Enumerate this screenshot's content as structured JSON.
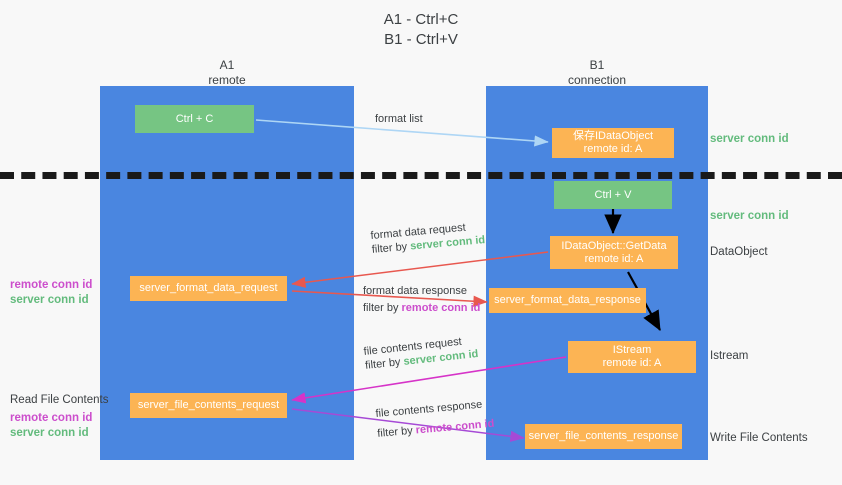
{
  "title": {
    "line1": "A1 - Ctrl+C",
    "line2": "B1 - Ctrl+V"
  },
  "columns": [
    {
      "name": "A1",
      "sub": "remote"
    },
    {
      "name": "B1",
      "sub": "connection"
    }
  ],
  "nodes": {
    "ctrl_c": {
      "label": "Ctrl + C"
    },
    "save_idataobject": {
      "line1": "保存IDataObject",
      "line2": "remote id: A"
    },
    "ctrl_v": {
      "label": "Ctrl + V"
    },
    "getdata": {
      "line1": "IDataObject::GetData",
      "line2": "remote id: A"
    },
    "istream": {
      "line1": "IStream",
      "line2": "remote id: A"
    },
    "server_format_data_request": {
      "label": "server_format_data_request"
    },
    "server_format_data_response": {
      "label": "server_format_data_response"
    },
    "server_file_contents_request": {
      "label": "server_file_contents_request"
    },
    "server_file_contents_response": {
      "label": "server_file_contents_response"
    }
  },
  "edges": {
    "format_list": {
      "line1": "format list",
      "line2": ""
    },
    "format_data_request": {
      "line1": "format data request",
      "prefix": "filter by ",
      "highlight": "server conn id",
      "highlight_type": "server"
    },
    "format_data_response": {
      "line1": "format data response",
      "prefix": "filter by ",
      "highlight": "remote conn id",
      "highlight_type": "remote"
    },
    "file_contents_request": {
      "line1": "file contents request",
      "prefix": "filter by ",
      "highlight": "server conn id",
      "highlight_type": "server"
    },
    "file_contents_response": {
      "line1": "file contents response",
      "prefix": "filter by ",
      "highlight": "remote conn id",
      "highlight_type": "remote"
    }
  },
  "side_notes": {
    "right_server_1": "server conn id",
    "right_server_2": "server conn id",
    "right_dataobject": "DataObject",
    "right_istream": "Istream",
    "right_write_file": "Write File Contents",
    "left_mid_remote": "remote conn id",
    "left_mid_server": "server conn id",
    "left_read_file": "Read File Contents",
    "left_bot_remote": "remote conn id",
    "left_bot_server": "server conn id"
  },
  "colors": {
    "lane": "#4a86e0",
    "green_node": "#76c583",
    "orange_node": "#fcb454",
    "server_conn": "#63bb7d",
    "remote_conn": "#cc4ecc",
    "arrow_blue": "#aed6f5",
    "arrow_red": "#e8584f",
    "arrow_magenta": "#d633c8",
    "arrow_purple": "#a64ad6",
    "arrow_black": "#000000",
    "divider": "#1a1a1a",
    "background": "#f8f8f8"
  }
}
